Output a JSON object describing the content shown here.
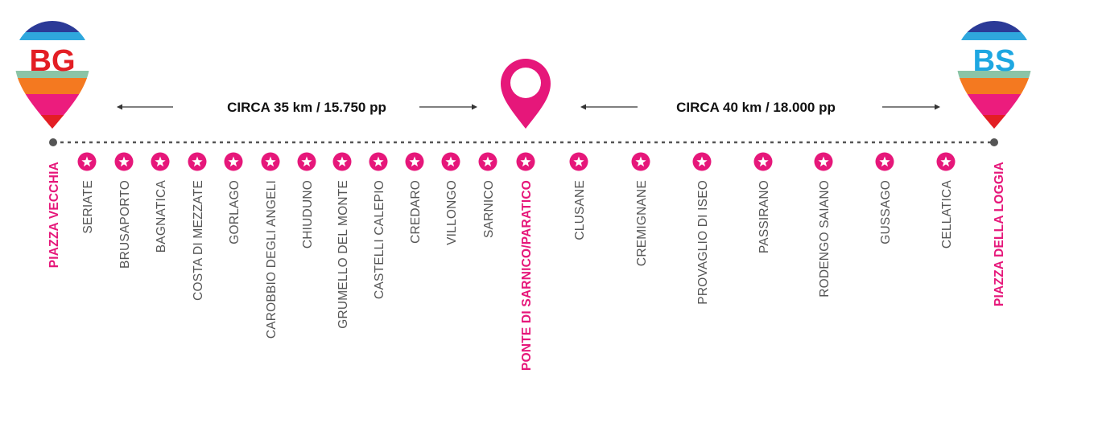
{
  "colors": {
    "accent": "#e6177a",
    "bg_red": "#e31e24",
    "bs_blue": "#1ea7e1",
    "route_line": "#555555",
    "stop_text": "#555555"
  },
  "segments": [
    {
      "label": "CIRCA 35 km / 15.750 pp"
    },
    {
      "label": "CIRCA 40 km / 18.000 pp"
    }
  ],
  "pins": {
    "start": {
      "code": "BG",
      "icon": "map-pin-icon"
    },
    "middle": {
      "icon": "map-pin-icon"
    },
    "end": {
      "code": "BS",
      "icon": "map-pin-icon"
    }
  },
  "route": {
    "start_label": "PIAZZA VECCHIA",
    "end_label": "PIAZZA DELLA LOGGIA",
    "stops": [
      {
        "name": "SERIATE"
      },
      {
        "name": "BRUSAPORTO"
      },
      {
        "name": "BAGNATICA"
      },
      {
        "name": "COSTA DI MEZZATE"
      },
      {
        "name": "GORLAGO"
      },
      {
        "name": "CAROBBIO DEGLI ANGELI"
      },
      {
        "name": "CHIUDUNO"
      },
      {
        "name": "GRUMELLO DEL MONTE"
      },
      {
        "name": "CASTELLI CALEPIO"
      },
      {
        "name": "CREDARO"
      },
      {
        "name": "VILLONGO"
      },
      {
        "name": "SARNICO"
      },
      {
        "name": "PONTE DI SARNICO/PARATICO",
        "highlight": true
      },
      {
        "name": "CLUSANE"
      },
      {
        "name": "CREMIGNANE"
      },
      {
        "name": "PROVAGLIO DI ISEO"
      },
      {
        "name": "PASSIRANO"
      },
      {
        "name": "RODENGO SAIANO"
      },
      {
        "name": "GUSSAGO"
      },
      {
        "name": "CELLATICA"
      }
    ]
  }
}
